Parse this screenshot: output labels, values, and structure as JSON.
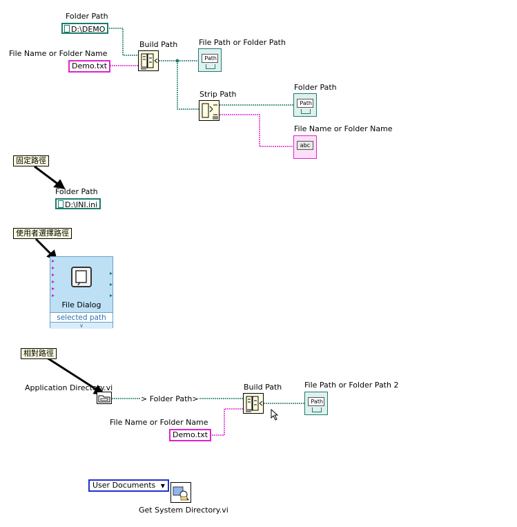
{
  "diagram": {
    "top": {
      "folder_path_label": "Folder Path",
      "folder_path_value": "D:\\DEMO",
      "file_name_label": "File Name or Folder Name",
      "file_name_value": "Demo.txt",
      "build_path_label": "Build Path",
      "file_path_indicator_label": "File Path or Folder Path",
      "strip_path_label": "Strip Path",
      "out_folder_path_label": "Folder Path",
      "out_name_label": "File Name or Folder Name"
    },
    "fixed": {
      "comment": "固定路徑",
      "folder_path_label": "Folder Path",
      "folder_path_value": "D:\\INI.ini"
    },
    "dialog": {
      "comment": "使用者選擇路徑",
      "name": "File Dialog",
      "output": "selected path"
    },
    "relative": {
      "comment": "相對路徑",
      "app_dir_label": "Application Directory.vi",
      "tunnel_label": "> Folder Path>",
      "build_path_label": "Build Path",
      "indicator_label": "File Path or Folder Path 2",
      "file_name_label": "File Name or Folder Name",
      "file_name_value": "Demo.txt"
    },
    "sysdir": {
      "ring_value": "User Documents",
      "vi_label": "Get System Directory.vi"
    }
  },
  "icons": {
    "path_indicator_text": "Path",
    "string_indicator_text": "abc"
  },
  "colors": {
    "path_wire": "#1b7a6e",
    "string_wire": "#e020d0",
    "enum_wire": "#1f2fd0",
    "comment_bg": "#ffffe0",
    "express_vi_bg": "#bde0f5"
  }
}
